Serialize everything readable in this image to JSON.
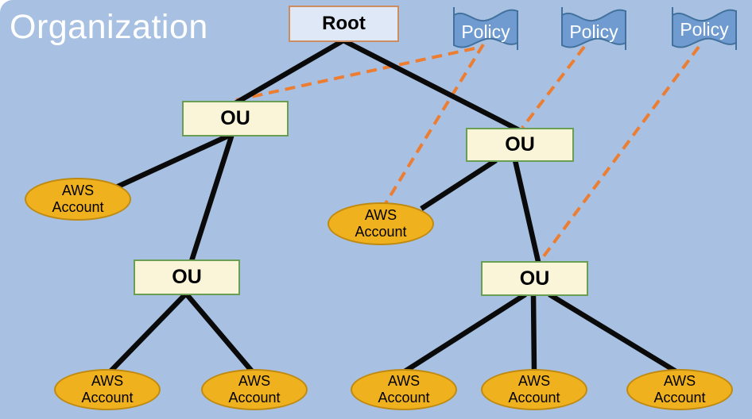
{
  "title": "Organization",
  "root": {
    "label": "Root"
  },
  "policies": [
    {
      "label": "Policy"
    },
    {
      "label": "Policy"
    },
    {
      "label": "Policy"
    }
  ],
  "ous": [
    {
      "label": "OU",
      "position": "upper-left"
    },
    {
      "label": "OU",
      "position": "upper-right"
    },
    {
      "label": "OU",
      "position": "lower-left"
    },
    {
      "label": "OU",
      "position": "lower-right"
    }
  ],
  "accounts": [
    {
      "label": "AWS Account"
    },
    {
      "label": "AWS Account"
    },
    {
      "label": "AWS Account"
    },
    {
      "label": "AWS Account"
    },
    {
      "label": "AWS Account"
    },
    {
      "label": "AWS Account"
    },
    {
      "label": "AWS Account"
    }
  ],
  "colors": {
    "background": "#a8c1e2",
    "accent_orange": "#ed7d31",
    "ou_fill": "#faf5d8",
    "ou_border": "#6a9e53",
    "root_fill": "#dfe8f6",
    "root_border": "#cd8d62",
    "account_fill": "#f0b11e",
    "account_border": "#bf8a12",
    "policy_fill": "#6f9bd1",
    "policy_border": "#41719c",
    "line_black": "#0a0a0a",
    "title_color": "#ffffff"
  }
}
